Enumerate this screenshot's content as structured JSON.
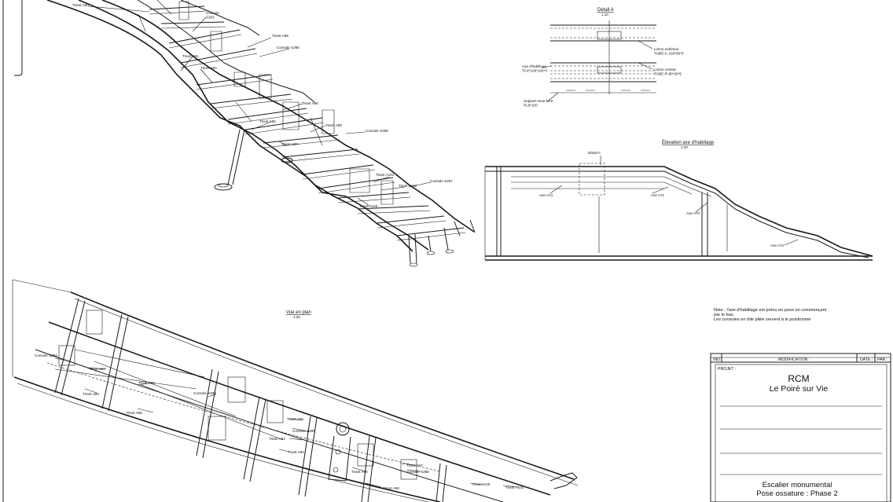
{
  "views": {
    "detail": {
      "title": "Détail A",
      "scale": "1:10"
    },
    "elevation": {
      "title": "Élévation axe d'habillage",
      "scale": "1:40",
      "detail_marker": "Détail A"
    },
    "plan": {
      "title": "Vue en plan",
      "scale": "1:25"
    }
  },
  "detail_labels": {
    "limon_ext": "Limon extérieur\nTUBE-C-160*80*5",
    "axe_habillage": "Axe d'habillage\nTC4*100*100*3",
    "limon_central": "Limon central\nTUBE-R-80*20*5",
    "support": "Support sous-face\nPL8*100"
  },
  "iso_labels": {
    "t_a80": "Tirant A80",
    "c_s253": "Console\nS253",
    "t_a85": "Tirant A85",
    "c_s285": "Console S285",
    "t_a91": "Tirant A91",
    "t_a94": "Tirant A94",
    "t_a86": "Tirant A86",
    "t_a88": "Tirant A88",
    "t_a95": "Tirant A95",
    "t_a87": "Tirant A87",
    "c_s286": "Console S286",
    "t_a101": "Tirant A101",
    "t_a102": "Tirant A102",
    "t_a103": "Tirant A103",
    "c_s287": "Console S287"
  },
  "elev_labels": {
    "axe_a74": "Axe A74",
    "axe_a71": "Axe A71",
    "axe_a73": "Axe A73",
    "axe_a72": "Axe A72"
  },
  "plan_labels": {
    "c_s284": "Console S284",
    "t_a87": "Tirant A87",
    "t_a88": "Tirant A88",
    "t_a86": "Tirant A86",
    "t_a85": "Tirant A85",
    "c_s283": "Console S283",
    "t_a89": "Tirant A89",
    "c_s285": "Console S285",
    "t_a91": "Tirant A91",
    "t_a94": "Tirant A94",
    "t_a95": "Tirant A95",
    "t_a97": "Tirant A97",
    "t_a98": "Tirant A98",
    "c_s286": "Console S286",
    "t_a100": "Tirant A100",
    "t_a102": "Tirant A102"
  },
  "note": {
    "line1": "Note : l'axe d'habillage est prévu en pose en commençant",
    "line2": "par le bas.",
    "line3": "Les consoles en tôle pliée servent à le positionner"
  },
  "title_block": {
    "ind": "IND",
    "modification": "MODIFICATION :",
    "date": "DATE :",
    "par": "PAR :",
    "projet": "PROJET :",
    "client": "RCM",
    "location": "Le Poiré sur Vie",
    "subject": "Escalier monumental",
    "phase": "Pose ossature : Phase 2"
  }
}
